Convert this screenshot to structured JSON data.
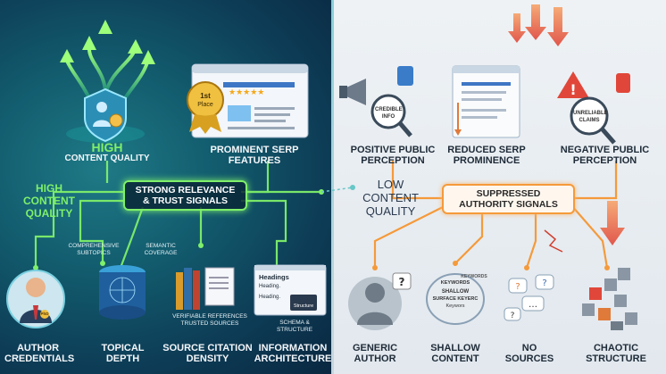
{
  "left": {
    "high_content_quality_top": [
      "HIGH",
      "CONTENT QUALITY"
    ],
    "high_content_quality_side": [
      "HIGH",
      "CONTENT",
      "QUALITY"
    ],
    "serp_features": [
      "PROMINENT SERP",
      "FEATURES"
    ],
    "first_place_badge": [
      "1st",
      "Place"
    ],
    "central_box": [
      "STRONG RELEVANCE",
      "& TRUST SIGNALS"
    ],
    "subtopics_label": [
      "COMPREHENSIVE",
      "SUBTOPICS"
    ],
    "semantic_label": [
      "SEMANTIC",
      "COVERAGE"
    ],
    "references_label": [
      "VERIFIABLE REFERENCES",
      "TRUSTED SOURCES"
    ],
    "headings_card": [
      "Headings",
      "Heading.",
      "Heading."
    ],
    "schema_label": [
      "SCHEMA &",
      "STRUCTURE"
    ],
    "structure_badge": "Structure",
    "phd_badge": "PhD",
    "items": [
      {
        "label": [
          "AUTHOR",
          "CREDENTIALS"
        ]
      },
      {
        "label": [
          "TOPICAL",
          "DEPTH"
        ]
      },
      {
        "label": [
          "SOURCE CITATION",
          "DENSITY"
        ]
      },
      {
        "label": [
          "INFORMATION",
          "ARCHITECTURE"
        ]
      }
    ]
  },
  "right": {
    "low_content_quality": [
      "LOW",
      "CONTENT",
      "QUALITY"
    ],
    "central_box": [
      "SUPPRESSED",
      "AUTHORITY SIGNALS"
    ],
    "credible_info": [
      "CREDIBLE",
      "INFO"
    ],
    "unreliable_claims": [
      "UNRELIABLE",
      "CLAIMS"
    ],
    "shallow_badge": [
      "SHALLOW",
      "SURFACE KEYERC",
      "Keywors"
    ],
    "keyword_tag_left": "KEYWORDS",
    "keyword_tag_right": "KEYWORDS",
    "top_items": [
      {
        "label": [
          "POSITIVE PUBLIC",
          "PERCEPTION"
        ]
      },
      {
        "label": [
          "REDUCED SERP",
          "PROMINENCE"
        ]
      },
      {
        "label": [
          "NEGATIVE PUBLIC",
          "PERCEPTION"
        ]
      }
    ],
    "items": [
      {
        "label": [
          "GENERIC",
          "AUTHOR"
        ]
      },
      {
        "label": [
          "SHALLOW",
          "CONTENT"
        ]
      },
      {
        "label": [
          "NO",
          "SOURCES"
        ]
      },
      {
        "label": [
          "CHAOTIC",
          "STRUCTURE"
        ]
      }
    ]
  },
  "colors": {
    "accent_green": "#7ff06a",
    "accent_orange": "#f59a3a",
    "alert_red": "#e0473a",
    "teal_dark": "#0d3b55"
  }
}
